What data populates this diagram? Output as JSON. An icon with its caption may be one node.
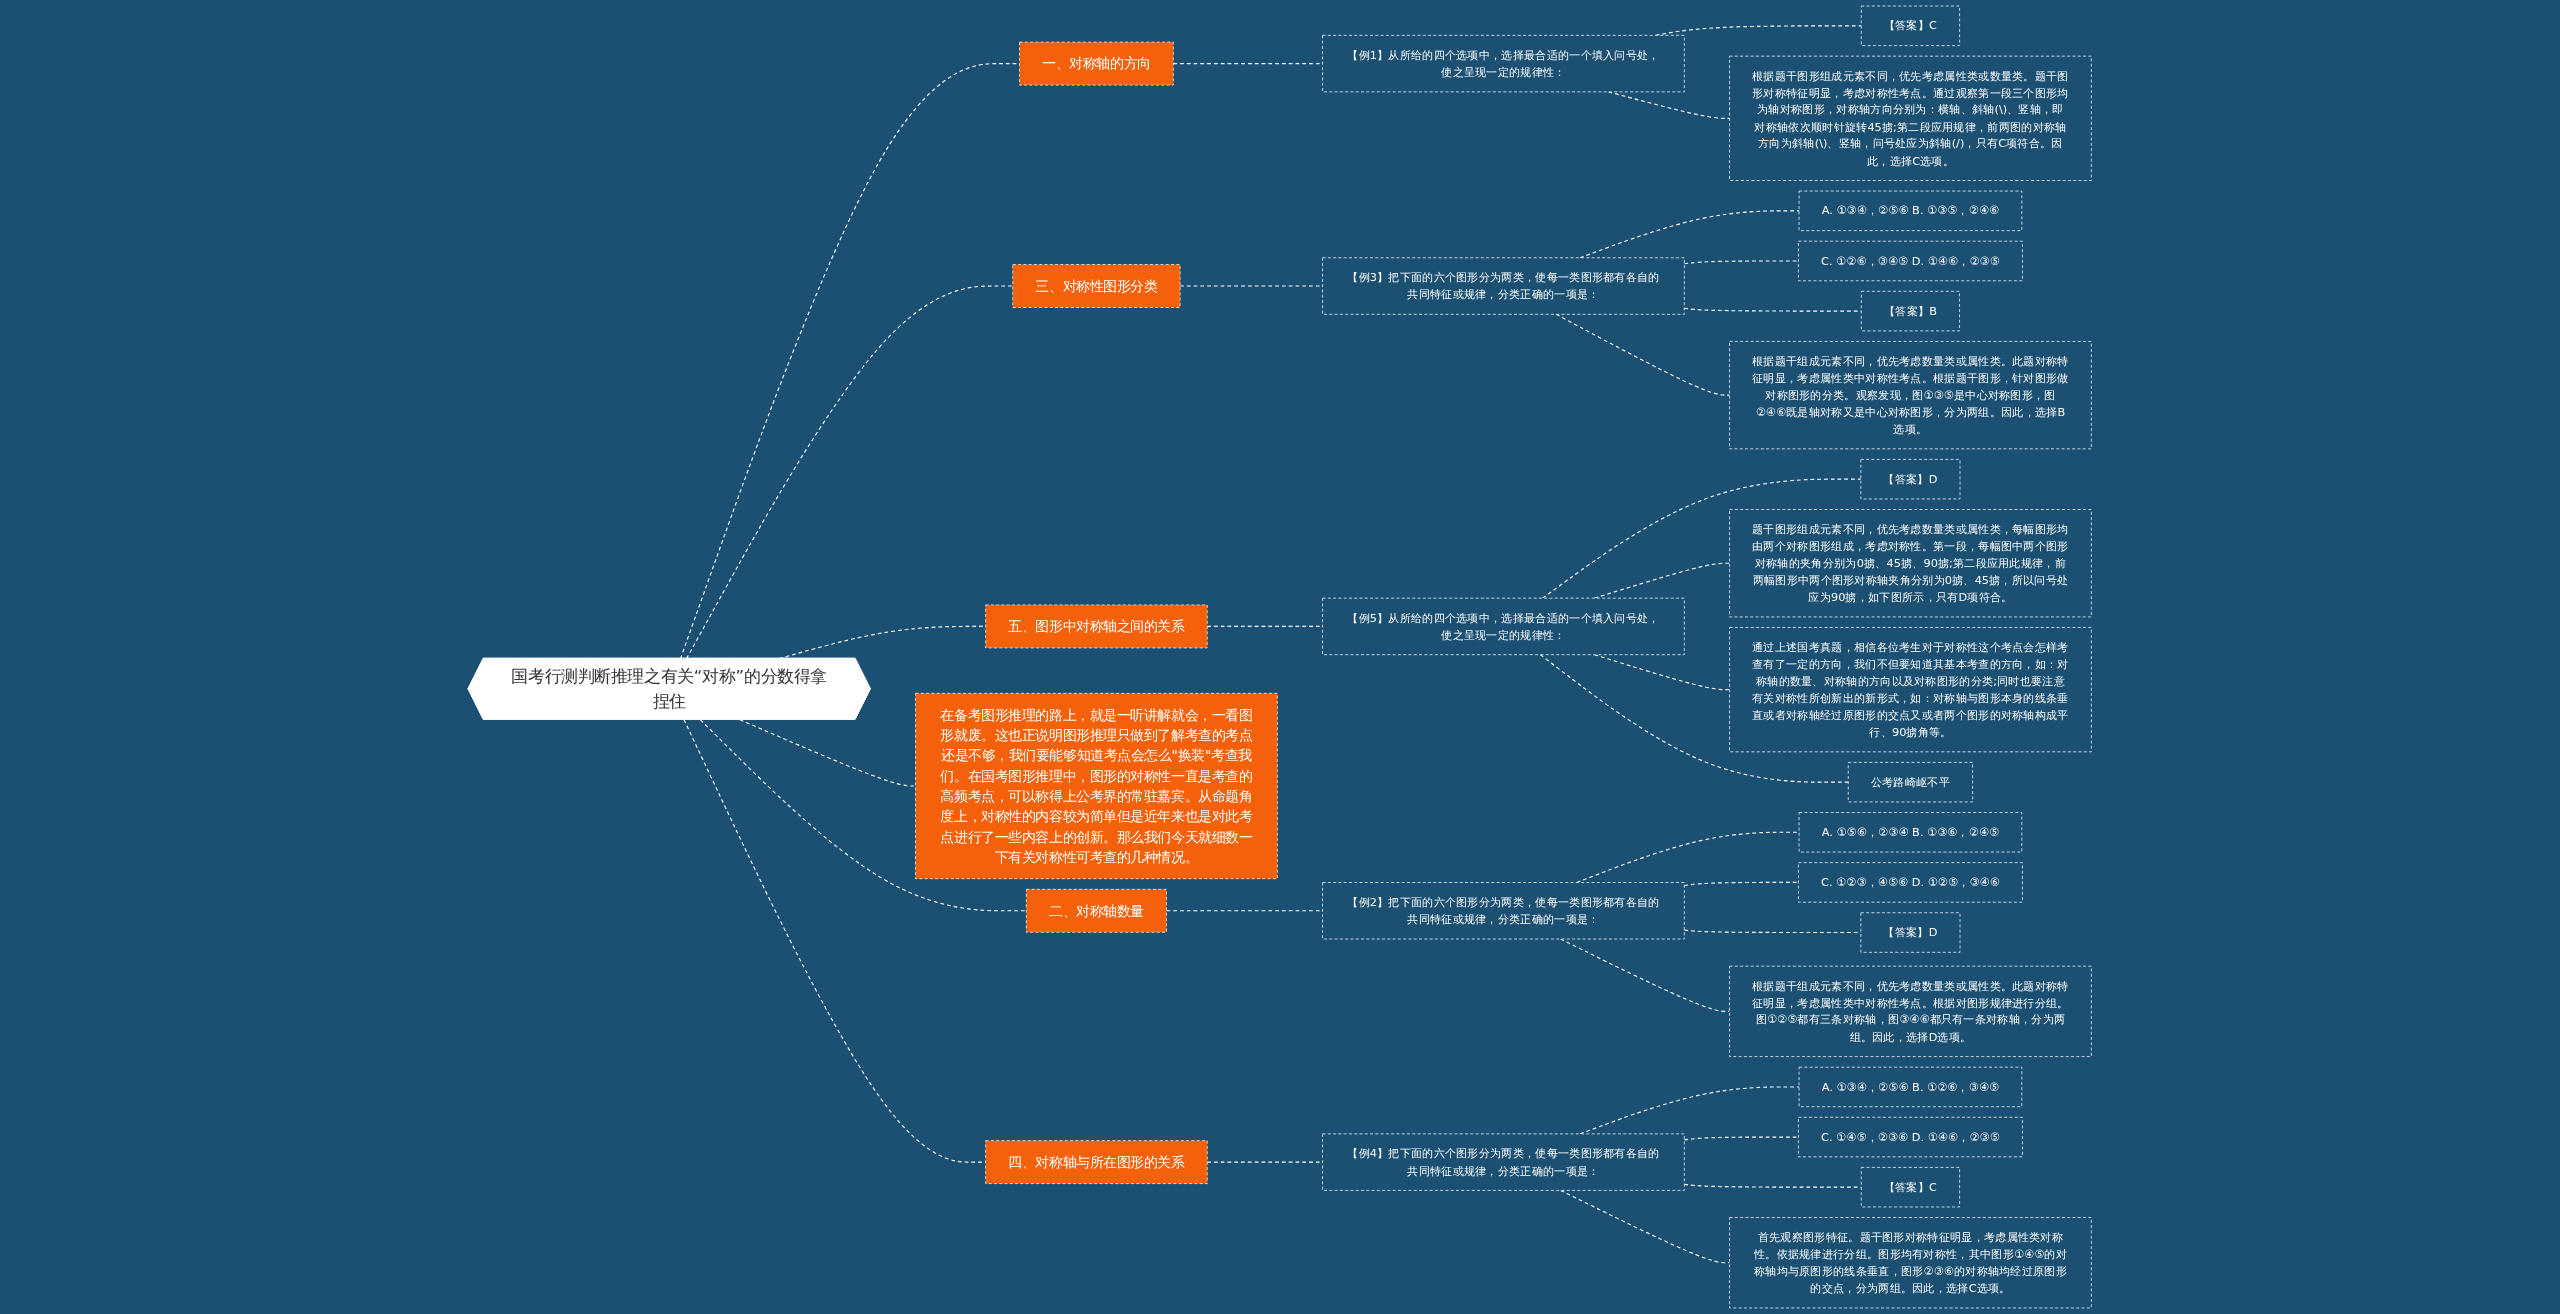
{
  "diagram": {
    "nodes": [
      {
        "text": [
          "国考行测判断推理之有关“对称”的分数得拿捏住"
        ]
      },
      {
        "text": [
          "一、对称轴的方向"
        ]
      },
      {
        "text": [
          "【例1】从所给的四个选项中，选择最合适的一个填入问号处，使之呈现一定的规律性："
        ]
      },
      {
        "text": [
          "【答案】C"
        ]
      },
      {
        "text": [
          "根据题干图形组成元素不同，优先考虑属性类或数量类。题干图形对称特征明显，考虑对称性考点。通过观察第一段三个图形均为轴对称图形，对称轴方向分别为：横轴、斜轴(\\)、竖轴，即对称轴依次顺时针旋转45掳;第二段应用规律，前两图的对称轴方向为斜轴(\\)、竖轴，问号处应为斜轴(/)，只有C项符合。因此，选择C选项。"
        ]
      },
      {
        "text": [
          "三、对称性图形分类"
        ]
      },
      {
        "text": [
          "【例3】把下面的六个图形分为两类，使每一类图形都有各自的共同特征或规律，分类正确的一项是："
        ]
      },
      {
        "text": [
          "A. ①③④，②⑤⑥ B. ①③⑤，②④⑥"
        ]
      },
      {
        "text": [
          "C. ①②⑥，③④⑤ D. ①④⑥，②③⑤"
        ]
      },
      {
        "text": [
          "【答案】B"
        ]
      },
      {
        "text": [
          "根据题干组成元素不同，优先考虑数量类或属性类。此题对称特征明显，考虑属性类中对称性考点。根据题干图形，针对图形做对称图形的分类。观察发现，图①③⑤是中心对称图形，图②④⑥既是轴对称又是中心对称图形，分为两组。因此，选择B选项。"
        ]
      },
      {
        "text": [
          "五、图形中对称轴之间的关系"
        ]
      },
      {
        "text": [
          "【例5】从所给的四个选项中，选择最合适的一个填入问号处，使之呈现一定的规律性："
        ]
      },
      {
        "text": [
          "【答案】D"
        ]
      },
      {
        "text": [
          "题干图形组成元素不同，优先考虑数量类或属性类，每幅图形均由两个对称图形组成，考虑对称性。第一段，每幅图中两个图形对称轴的夹角分别为0掳、45掳、90掳;第二段应用此规律，前两幅图形中两个图形对称轴夹角分别为0掳、45掳，所以问号处应为90掳，如下图所示，只有D项符合。"
        ]
      },
      {
        "text": [
          "通过上述国考真题，相信各位考生对于对称性这个考点会怎样考查有了一定的方向，我们不但要知道其基本考查的方向，如：对称轴的数量、对称轴的方向以及对称图形的分类;同时也要注意有关对称性所创新出的新形式，如：对称轴与图形本身的线条垂直或者对称轴经过原图形的交点又或者两个图形的对称轴构成平行、90掳角等。"
        ]
      },
      {
        "text": [
          "公考路崎岖不平"
        ]
      },
      {
        "text": [
          "在备考图形推理的路上，就是一听讲解就会，一看图形就废。这也正说明图形推理只做到了解考查的考点还是不够，我们要能够知道考点会怎么\"换装\"考查我们。在国考图形推理中，图形的对称性一直是考查的高频考点，可以称得上公考界的常驻嘉宾。从命题角度上，对称性的内容较为简单但是近年来也是对此考点进行了一些内容上的创新。那么我们今天就细数一下有关对称性可考查的几种情况。"
        ]
      },
      {
        "text": [
          "二、对称轴数量"
        ]
      },
      {
        "text": [
          "【例2】把下面的六个图形分为两类，使每一类图形都有各自的共同特征或规律，分类正确的一项是："
        ]
      },
      {
        "text": [
          "A. ①⑤⑥，②③④ B. ①③⑥，②④⑤"
        ]
      },
      {
        "text": [
          "C. ①②③，④⑤⑥ D. ①②⑤，③④⑥"
        ]
      },
      {
        "text": [
          "【答案】D"
        ]
      },
      {
        "text": [
          "根据题干组成元素不同，优先考虑数量类或属性类。此题对称特征明显，考虑属性类中对称性考点。根据对图形规律进行分组。图①②⑤都有三条对称轴，图③④⑥都只有一条对称轴，分为两组。因此，选择D选项。"
        ]
      },
      {
        "text": [
          "四、对称轴与所在图形的关系"
        ]
      },
      {
        "text": [
          "【例4】把下面的六个图形分为两类，使每一类图形都有各自的共同特征或规律，分类正确的一项是："
        ]
      },
      {
        "text": [
          "A. ①③④，②⑤⑥ B. ①②⑥，③④⑤"
        ]
      },
      {
        "text": [
          "C. ①④⑤，②③⑥ D. ①④⑥，②③⑤"
        ]
      },
      {
        "text": [
          "【答案】C"
        ]
      },
      {
        "text": [
          "首先观察图形特征。题干图形对称特征明显，考虑属性类对称性。依据规律进行分组。图形均有对称性，其中图形①④⑤的对称轴均与原图形的线条垂直，图形②③⑥的对称轴均经过原图形的交点，分为两组。因此，选择C选项。"
        ]
      }
    ],
    "edges": [
      {
        "from": 0,
        "to": 1,
        "arrow": "none"
      },
      {
        "from": 1,
        "to": 2,
        "arrow": "none"
      },
      {
        "from": 2,
        "to": 3,
        "arrow": "none"
      },
      {
        "from": 2,
        "to": 4,
        "arrow": "none"
      },
      {
        "from": 0,
        "to": 5,
        "arrow": "none"
      },
      {
        "from": 5,
        "to": 6,
        "arrow": "none"
      },
      {
        "from": 6,
        "to": 7,
        "arrow": "none"
      },
      {
        "from": 6,
        "to": 8,
        "arrow": "none"
      },
      {
        "from": 6,
        "to": 9,
        "arrow": "none"
      },
      {
        "from": 6,
        "to": 10,
        "arrow": "none"
      },
      {
        "from": 0,
        "to": 11,
        "arrow": "none"
      },
      {
        "from": 11,
        "to": 12,
        "arrow": "none"
      },
      {
        "from": 12,
        "to": 13,
        "arrow": "none"
      },
      {
        "from": 12,
        "to": 14,
        "arrow": "none"
      },
      {
        "from": 12,
        "to": 15,
        "arrow": "none"
      },
      {
        "from": 12,
        "to": 16,
        "arrow": "none"
      },
      {
        "from": 0,
        "to": 17,
        "arrow": "none"
      },
      {
        "from": 0,
        "to": 18,
        "arrow": "none"
      },
      {
        "from": 18,
        "to": 19,
        "arrow": "none"
      },
      {
        "from": 19,
        "to": 20,
        "arrow": "none"
      },
      {
        "from": 19,
        "to": 21,
        "arrow": "none"
      },
      {
        "from": 19,
        "to": 22,
        "arrow": "none"
      },
      {
        "from": 19,
        "to": 23,
        "arrow": "none"
      },
      {
        "from": 0,
        "to": 24,
        "arrow": "none"
      },
      {
        "from": 24,
        "to": 25,
        "arrow": "none"
      },
      {
        "from": 25,
        "to": 26,
        "arrow": "none"
      },
      {
        "from": 25,
        "to": 27,
        "arrow": "none"
      },
      {
        "from": 25,
        "to": 28,
        "arrow": "none"
      },
      {
        "from": 25,
        "to": 29,
        "arrow": "none"
      }
    ]
  }
}
